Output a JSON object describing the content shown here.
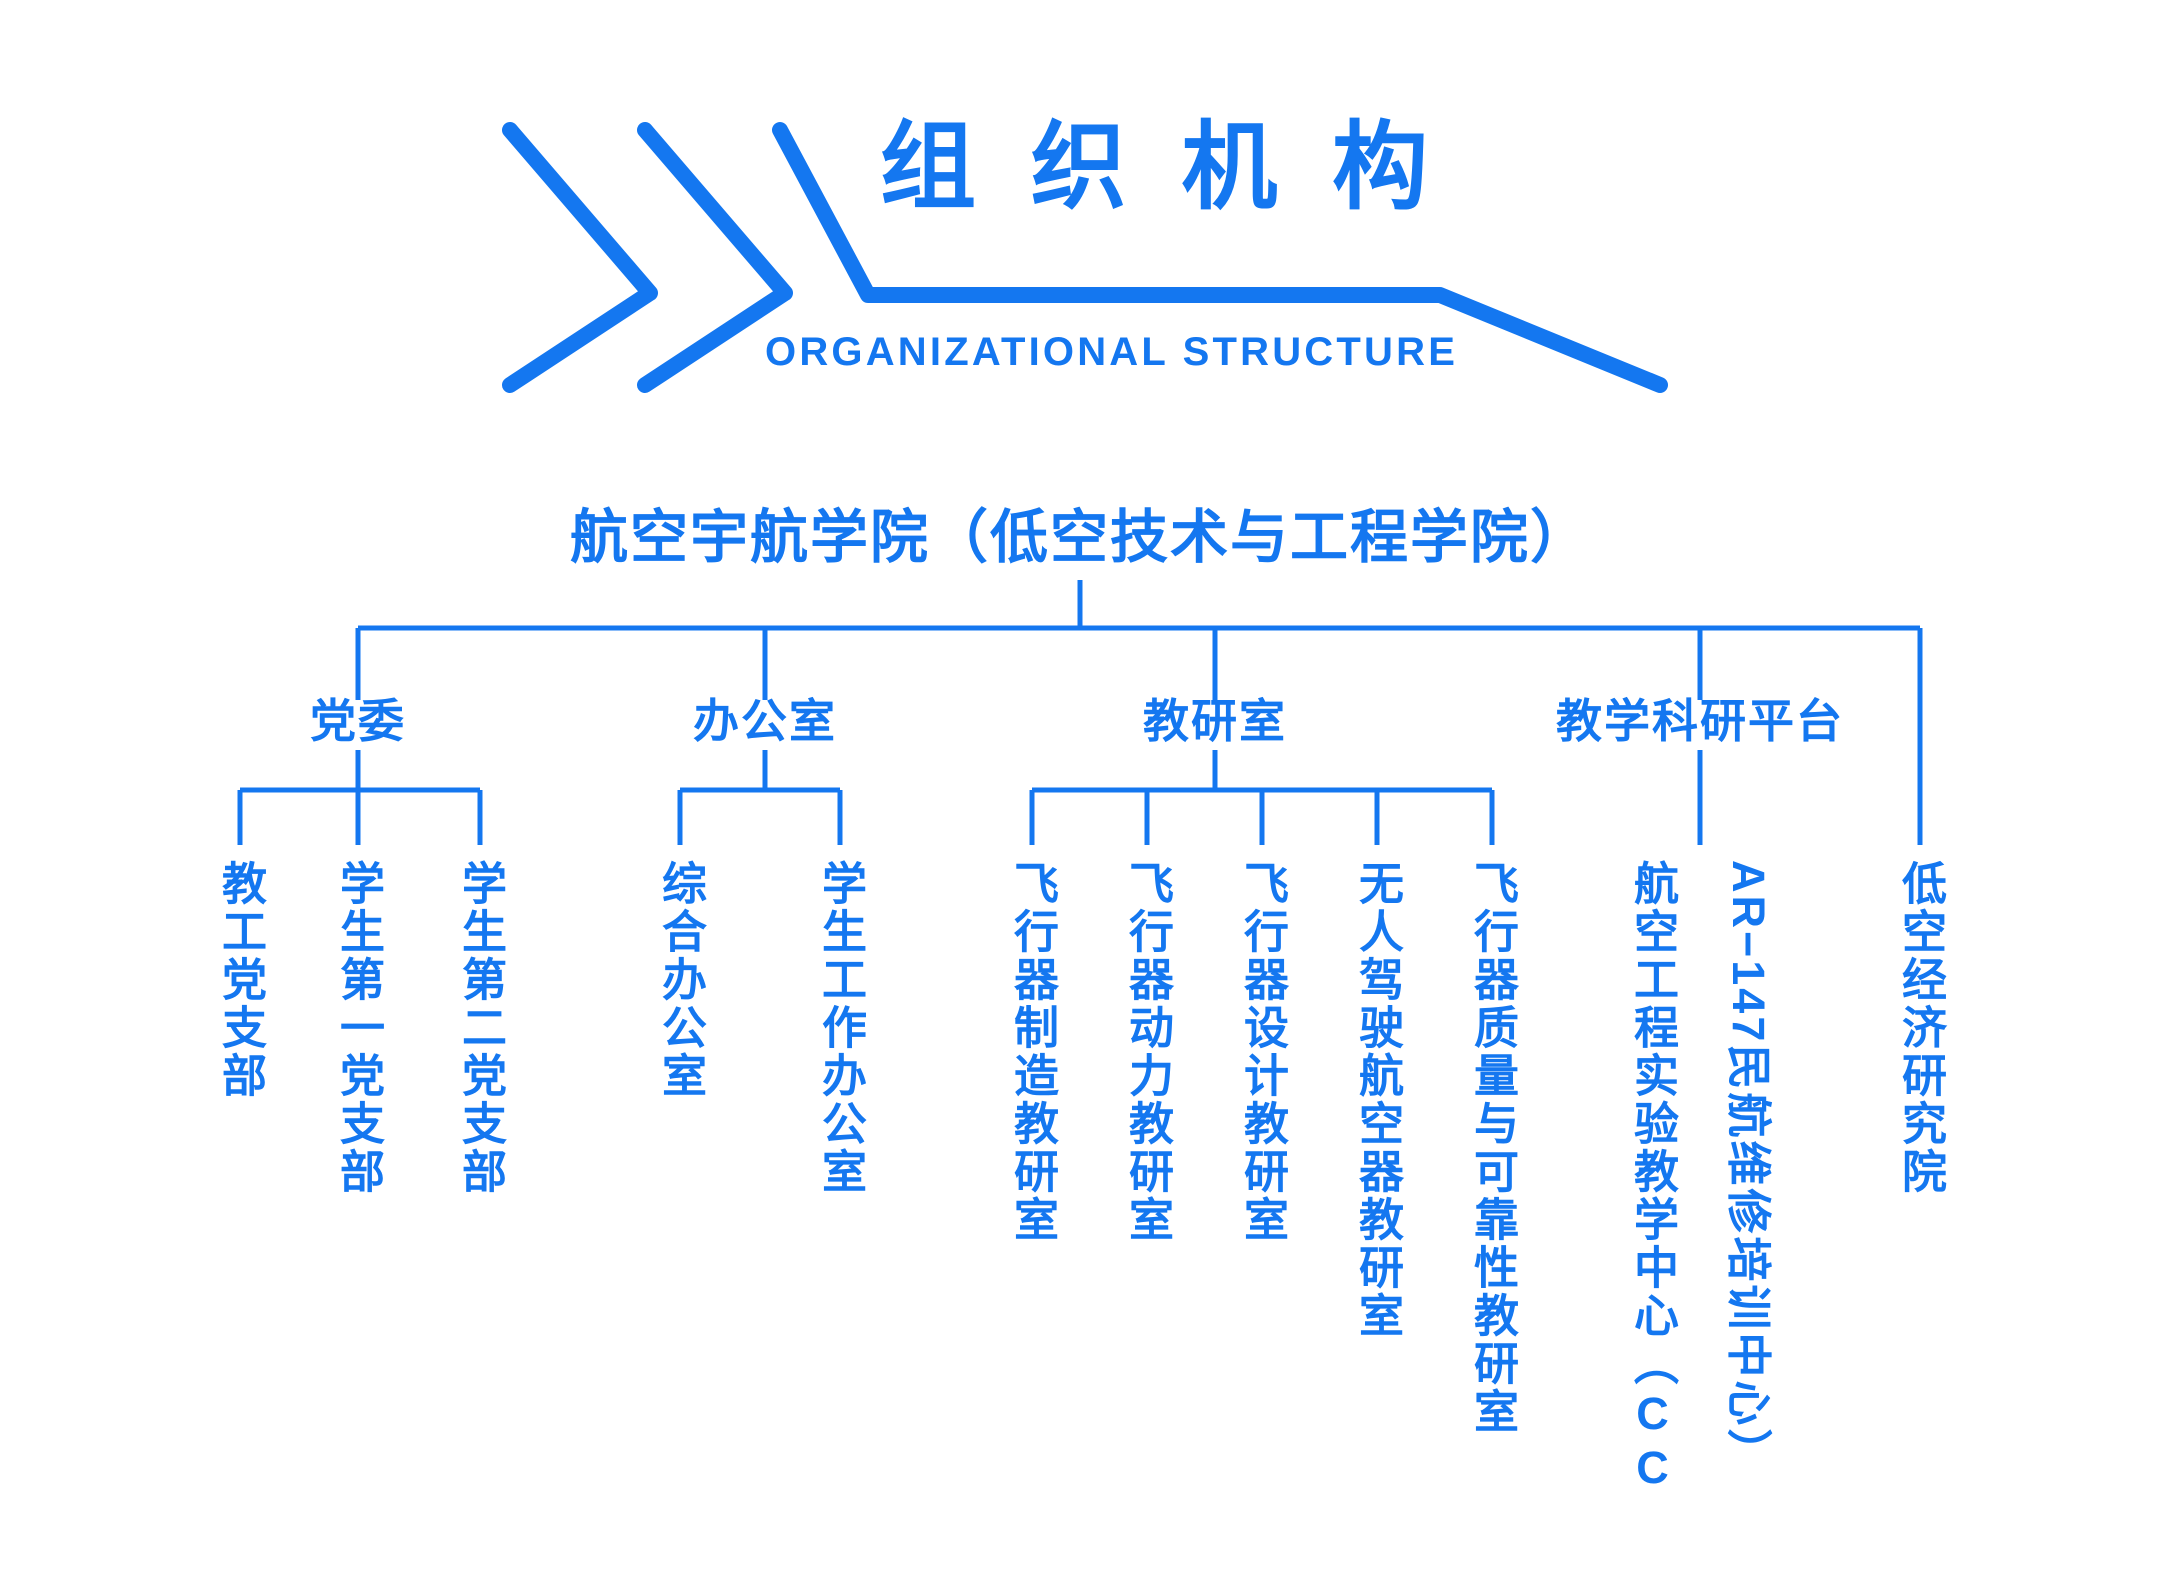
{
  "theme": {
    "accent": "#1477f0",
    "background": "#ffffff"
  },
  "header": {
    "title": "组 织 机 构",
    "subtitle": "ORGANIZATIONAL STRUCTURE"
  },
  "chart_data": {
    "type": "diagram",
    "title": "组织机构",
    "root": {
      "label": "航空宇航学院（低空技术与工程学院）"
    },
    "branches": [
      {
        "label": "党委",
        "children": [
          {
            "label": "教工党支部"
          },
          {
            "label": "学生第一党支部"
          },
          {
            "label": "学生第二党支部"
          }
        ]
      },
      {
        "label": "办公室",
        "children": [
          {
            "label": "综合办公室"
          },
          {
            "label": "学生工作办公室"
          }
        ]
      },
      {
        "label": "教研室",
        "children": [
          {
            "label": "飞行器制造教研室"
          },
          {
            "label": "飞行器动力教研室"
          },
          {
            "label": "飞行器设计教研室"
          },
          {
            "label": "无人驾驶航空器教研室"
          },
          {
            "label": "飞行器质量与可靠性教研室"
          }
        ]
      },
      {
        "label": "教学科研平台",
        "children": [
          {
            "label": "航空工程实验教学中心（CC"
          },
          {
            "label": "AR−147民航维修培训中心）"
          },
          {
            "label": "低空经济研究院"
          }
        ]
      }
    ]
  }
}
